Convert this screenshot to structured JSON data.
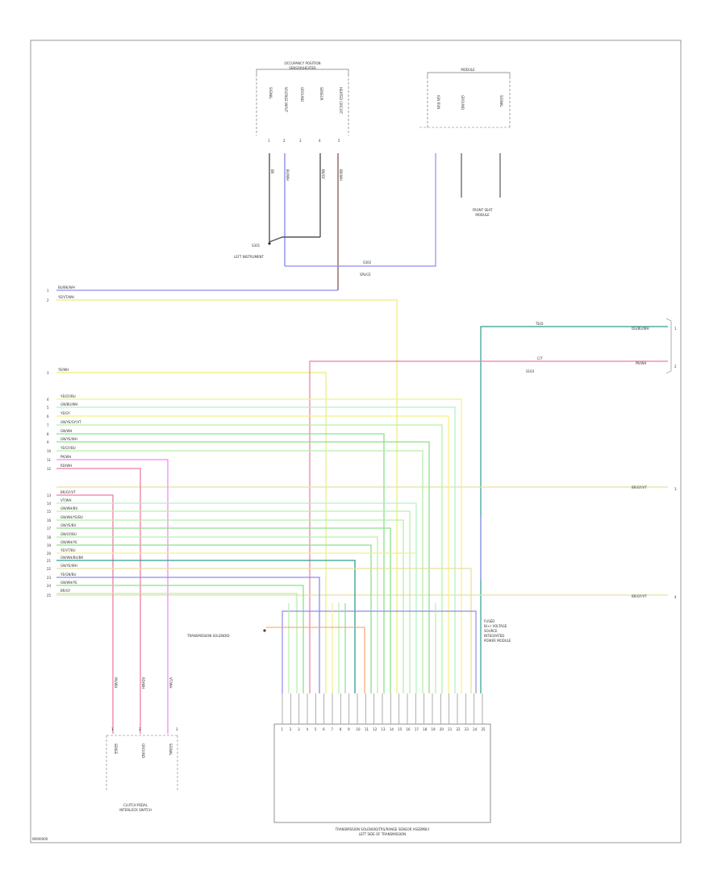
{
  "colors": {
    "blue": "#8c8cf0",
    "yellow": "#f0f08c",
    "green": "#8ce08c",
    "ltgreen": "#b4f0a8",
    "pink": "#f07ca0",
    "magenta": "#f08cf0",
    "teal": "#2e9e8c",
    "gray": "#555555",
    "brown": "#8b6464",
    "orange": "#f0a060",
    "frame": "#888888"
  },
  "diagram": {
    "figure_id": "W000000",
    "top_component_left": {
      "title_line1": "OCCUPANCY POSITION",
      "title_line2": "SENSOR/HEATER",
      "pins": [
        "1",
        "2",
        "3",
        "4",
        "5"
      ],
      "pin_names": [
        "SIGNAL",
        "VOLTAGE INPUT",
        "GROUND",
        "SENSOR",
        "HEATED CIRCUIT"
      ]
    },
    "top_component_right": {
      "title": "MODULE",
      "pin_names": [
        "IGN RUN",
        "GROUND",
        "SIGNAL"
      ],
      "caption_line1": "FRONT SEAT",
      "caption_line2": "MODULE"
    },
    "splice_left": "S301",
    "splice_left_caption": "LEFT INSTRUMENT",
    "splice_mid": "S302",
    "splice_mid_caption": "SPLICE",
    "left_wires_top": [
      {
        "num": "1",
        "label": "BU/BK/WH"
      },
      {
        "num": "2",
        "label": "YE/VT/WH"
      },
      {
        "num": "3",
        "label": "YE/WH"
      }
    ],
    "left_wires_group1": [
      {
        "num": "4",
        "label": "YE/GY/BU"
      },
      {
        "num": "5",
        "label": "GN/BU/WH"
      },
      {
        "num": "6",
        "label": "YE/GY"
      },
      {
        "num": "7",
        "label": "GN/YE/GY/VT"
      },
      {
        "num": "8",
        "label": "GN/WH"
      },
      {
        "num": "9",
        "label": "GN/YE/WH"
      },
      {
        "num": "10",
        "label": "YE/GY/BU"
      },
      {
        "num": "11",
        "label": "PK/WH"
      },
      {
        "num": "12",
        "label": "RD/WH"
      }
    ],
    "left_wires_group2": [
      {
        "num": "13",
        "label": "BR/GY/VT"
      },
      {
        "num": "14",
        "label": "VT/WH"
      },
      {
        "num": "15",
        "label": "GN/WH/BU"
      },
      {
        "num": "16",
        "label": "GN/WH/YE/BU"
      },
      {
        "num": "17",
        "label": "GN/YE/BU"
      },
      {
        "num": "18",
        "label": "GN/GY/BU"
      },
      {
        "num": "19",
        "label": "GN/WH/YE"
      },
      {
        "num": "20",
        "label": "YE/VT/BU"
      },
      {
        "num": "21",
        "label": "GN/WH/BU/BK"
      },
      {
        "num": "22",
        "label": "GN/YE/WH"
      },
      {
        "num": "23",
        "label": "YE/GN/BU"
      },
      {
        "num": "24",
        "label": "GN/WH/YE"
      },
      {
        "num": "25",
        "label": "BR/GY"
      }
    ],
    "right_wires": [
      {
        "num": "1",
        "label": "DG/BU/WH",
        "mid": "TE/D"
      },
      {
        "num": "2",
        "label": "PK/WH",
        "mid": "C/T"
      },
      {
        "num": "3",
        "label": "BR/GY/VT"
      },
      {
        "num": "4",
        "label": "BR/GY/VT"
      }
    ],
    "splice_right_caption": "S163",
    "module_note_lines": [
      "FUSED",
      "B(+) VOLTAGE",
      "SOURCE",
      "INTEGRATED",
      "POWER MODULE"
    ],
    "ground_label": "TRANSMISSION SOLENOID",
    "module": {
      "title_line1": "TRANSMISSION SOLENOID/TRS/RANGE SENSOR ASSEMBLY",
      "title_line2": "LEFT SIDE OF TRANSMISSION",
      "pins": [
        "1",
        "2",
        "3",
        "4",
        "5",
        "6",
        "7",
        "8",
        "9",
        "10",
        "11",
        "12",
        "13",
        "14",
        "15",
        "16",
        "17",
        "18",
        "19",
        "20",
        "21",
        "22",
        "23",
        "24",
        "25"
      ]
    },
    "bottom_left": {
      "caption_line1": "CLUTCH PEDAL",
      "caption_line2": "INTERLOCK SWITCH",
      "pin_names": [
        "SENSE",
        "GROUND",
        "SIGNAL"
      ],
      "pins": [
        "1",
        "2",
        "3"
      ]
    }
  }
}
